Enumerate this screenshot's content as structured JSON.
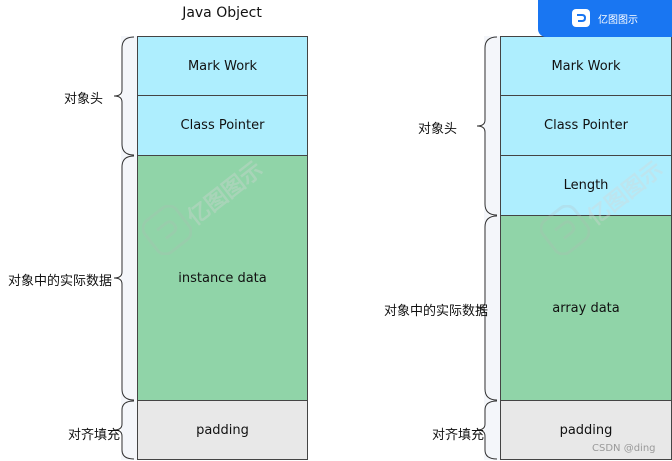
{
  "left_diagram": {
    "title": "Java Object",
    "boxes": {
      "mark_work": "Mark Work",
      "class_pointer": "Class Pointer",
      "instance_data": "instance data",
      "padding": "padding"
    },
    "labels": {
      "header": "对象头",
      "data": "对象中的实际数据",
      "padding": "对齐填充"
    }
  },
  "right_diagram": {
    "boxes": {
      "mark_work": "Mark Work",
      "class_pointer": "Class Pointer",
      "length": "Length",
      "array_data": "array data",
      "padding": "padding"
    },
    "labels": {
      "header": "对象头",
      "data": "对象中的实际数据",
      "padding": "对齐填充"
    }
  },
  "branding": {
    "badge_text": "亿图图示",
    "watermark_text": "亿图图示",
    "credit": "CSDN @ding"
  },
  "colors": {
    "header_fill": "#aeeefe",
    "data_fill": "#90d4a8",
    "padding_fill": "#e8e8e8",
    "badge_blue": "#1976f2"
  }
}
